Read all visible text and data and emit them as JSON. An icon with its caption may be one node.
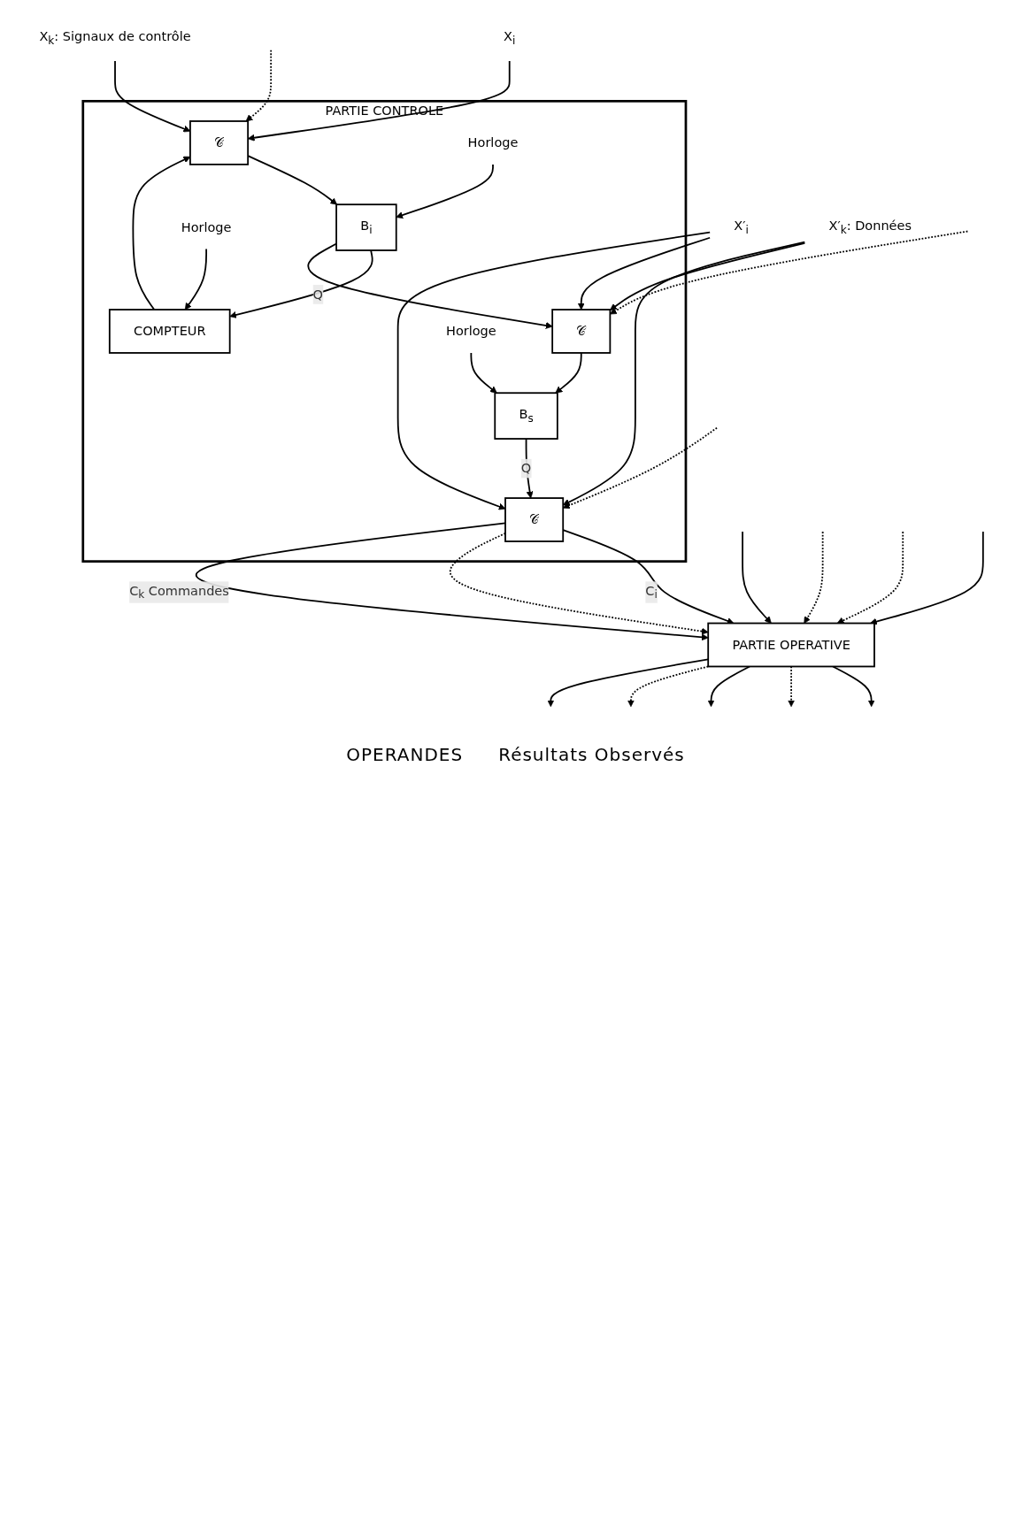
{
  "diagram": {
    "nodes": [
      {
        "text": [
          "PARTIE CONTROLE"
        ]
      },
      {
        "text": [
          "X$_{i}$"
        ]
      },
      {
        "text": [
          "X$_{k}$: Signaux de contrôle"
        ]
      },
      {
        "text": [
          "X′$_{i}$"
        ]
      },
      {
        "text": [
          "X′$_{k}$: Données"
        ]
      },
      {
        "text": [
          "𝒞"
        ],
        "in": 0
      },
      {
        "text": [
          "B$_{i}$"
        ],
        "in": 0
      },
      {
        "text": [
          "Horloge"
        ],
        "in": 0
      },
      {
        "text": [
          "COMPTEUR"
        ],
        "in": 0
      },
      {
        "text": [
          "Horloge"
        ],
        "in": 0
      },
      {
        "text": [
          "𝒞"
        ],
        "in": 0
      },
      {
        "text": [
          "B$_{s}$"
        ],
        "in": 0
      },
      {
        "text": [
          "Horloge"
        ],
        "in": 0
      },
      {
        "text": [
          "𝒞"
        ],
        "in": 0
      },
      {
        "text": [
          "PARTIE OPERATIVE"
        ]
      }
    ],
    "edges": [
      {
        "from": 1,
        "to": 5,
        "arrow": "to"
      },
      {
        "from": null,
        "to": 5,
        "arrow": "to",
        "style": "dashed"
      },
      {
        "from": 2,
        "to": 5,
        "arrow": "to"
      },
      {
        "from": 8,
        "to": 5,
        "arrow": "to"
      },
      {
        "from": 5,
        "to": 6,
        "arrow": "to"
      },
      {
        "from": 7,
        "to": 6,
        "arrow": "to"
      },
      {
        "from": 6,
        "to": 8,
        "arrow": "to",
        "label": "Q"
      },
      {
        "from": 6,
        "to": 10,
        "arrow": "to"
      },
      {
        "from": 9,
        "to": 8,
        "arrow": "to"
      },
      {
        "from": 3,
        "to": 10,
        "arrow": "to"
      },
      {
        "from": null,
        "to": 10,
        "arrow": "to",
        "style": "dashed"
      },
      {
        "from": 4,
        "to": 10,
        "arrow": "to"
      },
      {
        "from": 3,
        "to": 13,
        "arrow": "to"
      },
      {
        "from": null,
        "to": 13,
        "arrow": "to",
        "style": "dashed"
      },
      {
        "from": 4,
        "to": 13,
        "arrow": "to"
      },
      {
        "from": 10,
        "to": 11,
        "arrow": "to"
      },
      {
        "from": 12,
        "to": 11,
        "arrow": "to"
      },
      {
        "from": 11,
        "to": 13,
        "arrow": "to",
        "label": "Q"
      },
      {
        "from": 13,
        "to": 14,
        "arrow": "to",
        "label": "C$_{i}$"
      },
      {
        "from": 13,
        "to": 14,
        "arrow": "to",
        "style": "dashed"
      },
      {
        "from": 13,
        "to": 14,
        "arrow": "to",
        "label": "C$_{k}$ Commandes"
      },
      {
        "from": null,
        "to": 14,
        "arrow": "to"
      },
      {
        "from": null,
        "to": 14,
        "arrow": "to",
        "style": "dashed"
      },
      {
        "from": null,
        "to": 14,
        "arrow": "to",
        "style": "dashed"
      },
      {
        "from": null,
        "to": 14,
        "arrow": "to"
      },
      {
        "from": 14,
        "to": null,
        "arrow": "to"
      },
      {
        "from": 14,
        "to": null,
        "arrow": "to",
        "style": "dashed"
      },
      {
        "from": 14,
        "to": null,
        "arrow": "to"
      },
      {
        "from": 14,
        "to": null,
        "arrow": "to",
        "style": "dashed"
      },
      {
        "from": 14,
        "to": null,
        "arrow": "to"
      }
    ],
    "labels": [
      "OPERANDES",
      "Résultats Observés"
    ]
  }
}
